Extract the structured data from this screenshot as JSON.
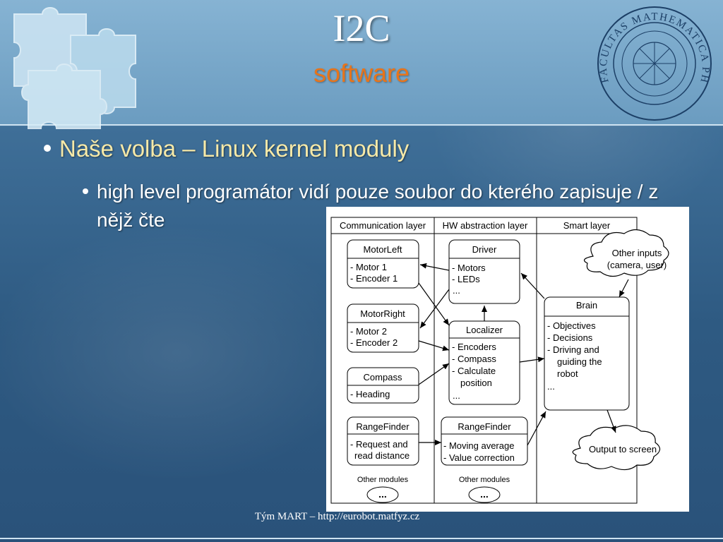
{
  "slide": {
    "title": "I2C",
    "subtitle": "software",
    "bullet_main": "Naše volba – Linux kernel moduly",
    "bullet_sub": "high level programátor vidí pouze soubor do kterého zapisuje / z nějž čte",
    "footer": "Tým MART – http://eurobot.matfyz.cz",
    "colors": {
      "subtitle": "#e8741a",
      "bullet_main": "#f6e9a8",
      "background": "#2e5a82"
    }
  },
  "seal": {
    "text": "FACULTAS MATHEMATICA PHYSICA"
  },
  "diagram": {
    "columns": [
      "Communication layer",
      "HW abstraction layer",
      "Smart layer"
    ],
    "modules": {
      "motor_left": {
        "title": "MotorLeft",
        "lines": [
          "- Motor 1",
          "- Encoder 1"
        ]
      },
      "motor_right": {
        "title": "MotorRight",
        "lines": [
          "- Motor 2",
          "- Encoder 2"
        ]
      },
      "compass": {
        "title": "Compass",
        "lines": [
          "- Heading"
        ]
      },
      "rangefinder_comm": {
        "title": "RangeFinder",
        "lines": [
          "- Request and",
          "read distance"
        ]
      },
      "driver": {
        "title": "Driver",
        "lines": [
          "- Motors",
          "- LEDs",
          "..."
        ]
      },
      "localizer": {
        "title": "Localizer",
        "lines": [
          "- Encoders",
          "- Compass",
          "- Calculate",
          "position",
          "..."
        ]
      },
      "rangefinder_hw": {
        "title": "RangeFinder",
        "lines": [
          "- Moving average",
          "- Value correction"
        ]
      },
      "brain": {
        "title": "Brain",
        "lines": [
          "- Objectives",
          "- Decisions",
          "- Driving and",
          "guiding the",
          "robot",
          "..."
        ]
      }
    },
    "clouds": {
      "other_inputs": [
        "Other inputs",
        "(camera, user)"
      ],
      "output": "Output to screen",
      "other_modules_label": "Other modules",
      "ellipsis": "..."
    }
  }
}
